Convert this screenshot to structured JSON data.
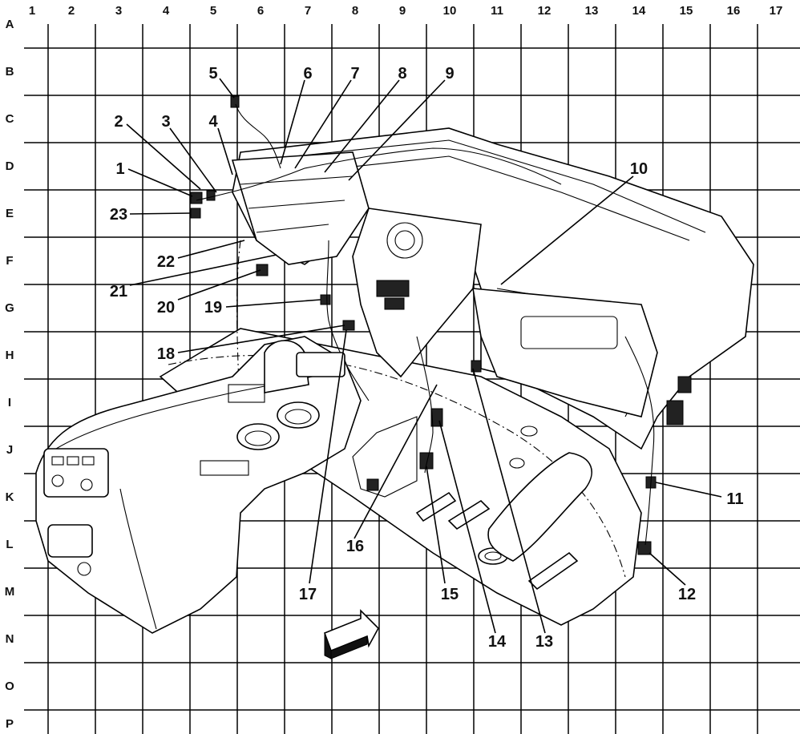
{
  "grid": {
    "columns": [
      "1",
      "2",
      "3",
      "4",
      "5",
      "6",
      "7",
      "8",
      "9",
      "10",
      "11",
      "12",
      "13",
      "14",
      "15",
      "16",
      "17"
    ],
    "rows": [
      "A",
      "B",
      "C",
      "D",
      "E",
      "F",
      "G",
      "H",
      "I",
      "J",
      "K",
      "L",
      "M",
      "N",
      "O",
      "P"
    ]
  },
  "callouts": [
    "1",
    "2",
    "3",
    "4",
    "5",
    "6",
    "7",
    "8",
    "9",
    "10",
    "11",
    "12",
    "13",
    "14",
    "15",
    "16",
    "17",
    "18",
    "19",
    "20",
    "21",
    "22",
    "23"
  ],
  "icons": {
    "view-direction-arrow": "arrow-icon"
  }
}
